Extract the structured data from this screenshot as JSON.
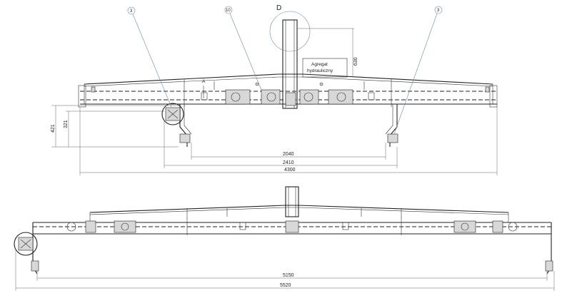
{
  "top_view": {
    "callout_left": "3",
    "callout_mid": "10",
    "callout_right": "3",
    "detail_label": "D",
    "section_label": "A",
    "box_label_line1": "Agregat",
    "box_label_line2": "hydrauliczny",
    "dim_height_total": "421",
    "dim_height_partial": "321",
    "dim_vertical_mast": "630",
    "dim_2040": "2040",
    "dim_2410": "2410",
    "dim_4300": "4300"
  },
  "bottom_view": {
    "dim_5150": "5150",
    "dim_5520": "5520"
  }
}
